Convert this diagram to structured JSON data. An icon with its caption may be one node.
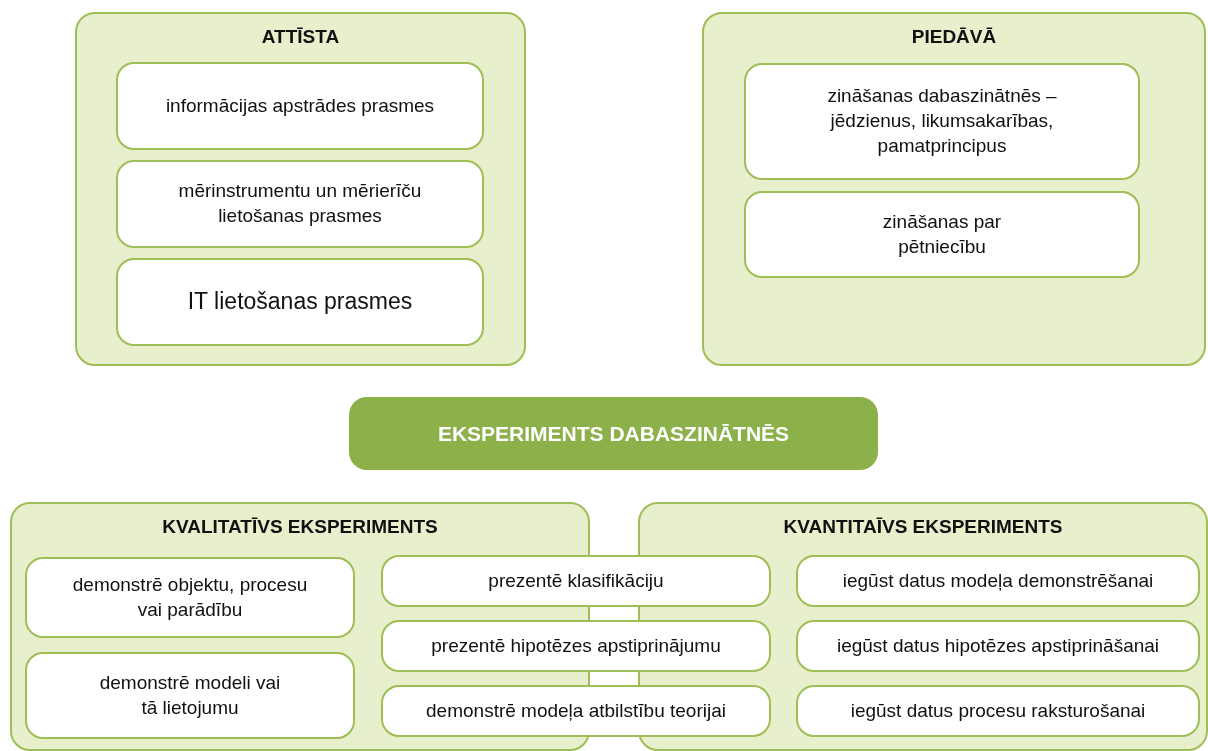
{
  "diagram": {
    "nodes": [
      {
        "text": [
          "ATTĪSTA"
        ]
      },
      {
        "text": [
          "informācijas apstrādes prasmes"
        ],
        "in": 0
      },
      {
        "text": [
          "mērinstrumentu un mērierīču lietošanas prasmes"
        ],
        "in": 0
      },
      {
        "text": [
          "IT lietošanas prasmes"
        ],
        "in": 0
      },
      {
        "text": [
          "PIEDĀVĀ"
        ]
      },
      {
        "text": [
          "zināšanas dabaszinātnēs – jēdzienus, likumsakarības, pamatprincipus"
        ],
        "in": 4
      },
      {
        "text": [
          "zināšanas par pētniecību"
        ],
        "in": 4
      },
      {
        "text": [
          "EKSPERIMENTS DABASZINĀTNĒS"
        ]
      },
      {
        "text": [
          "KVALITATĪVS EKSPERIMENTS"
        ]
      },
      {
        "text": [
          "demonstrē objektu, procesu vai parādību"
        ],
        "in": 8
      },
      {
        "text": [
          "demonstrē modeli vai tā lietojumu"
        ],
        "in": 8
      },
      {
        "text": [
          "prezentē klasifikāciju"
        ]
      },
      {
        "text": [
          "prezentē hipotēzes apstiprinājumu"
        ]
      },
      {
        "text": [
          "demonstrē modeļa atbilstību teorijai"
        ]
      },
      {
        "text": [
          "KVANTITAĪVS EKSPERIMENTS"
        ]
      },
      {
        "text": [
          "iegūst datus modeļa demonstrēšanai"
        ],
        "in": 14
      },
      {
        "text": [
          "iegūst datus hipotēzes apstiprināšanai"
        ],
        "in": 14
      },
      {
        "text": [
          "iegūst datus procesu raksturošanai"
        ],
        "in": 14
      }
    ]
  }
}
